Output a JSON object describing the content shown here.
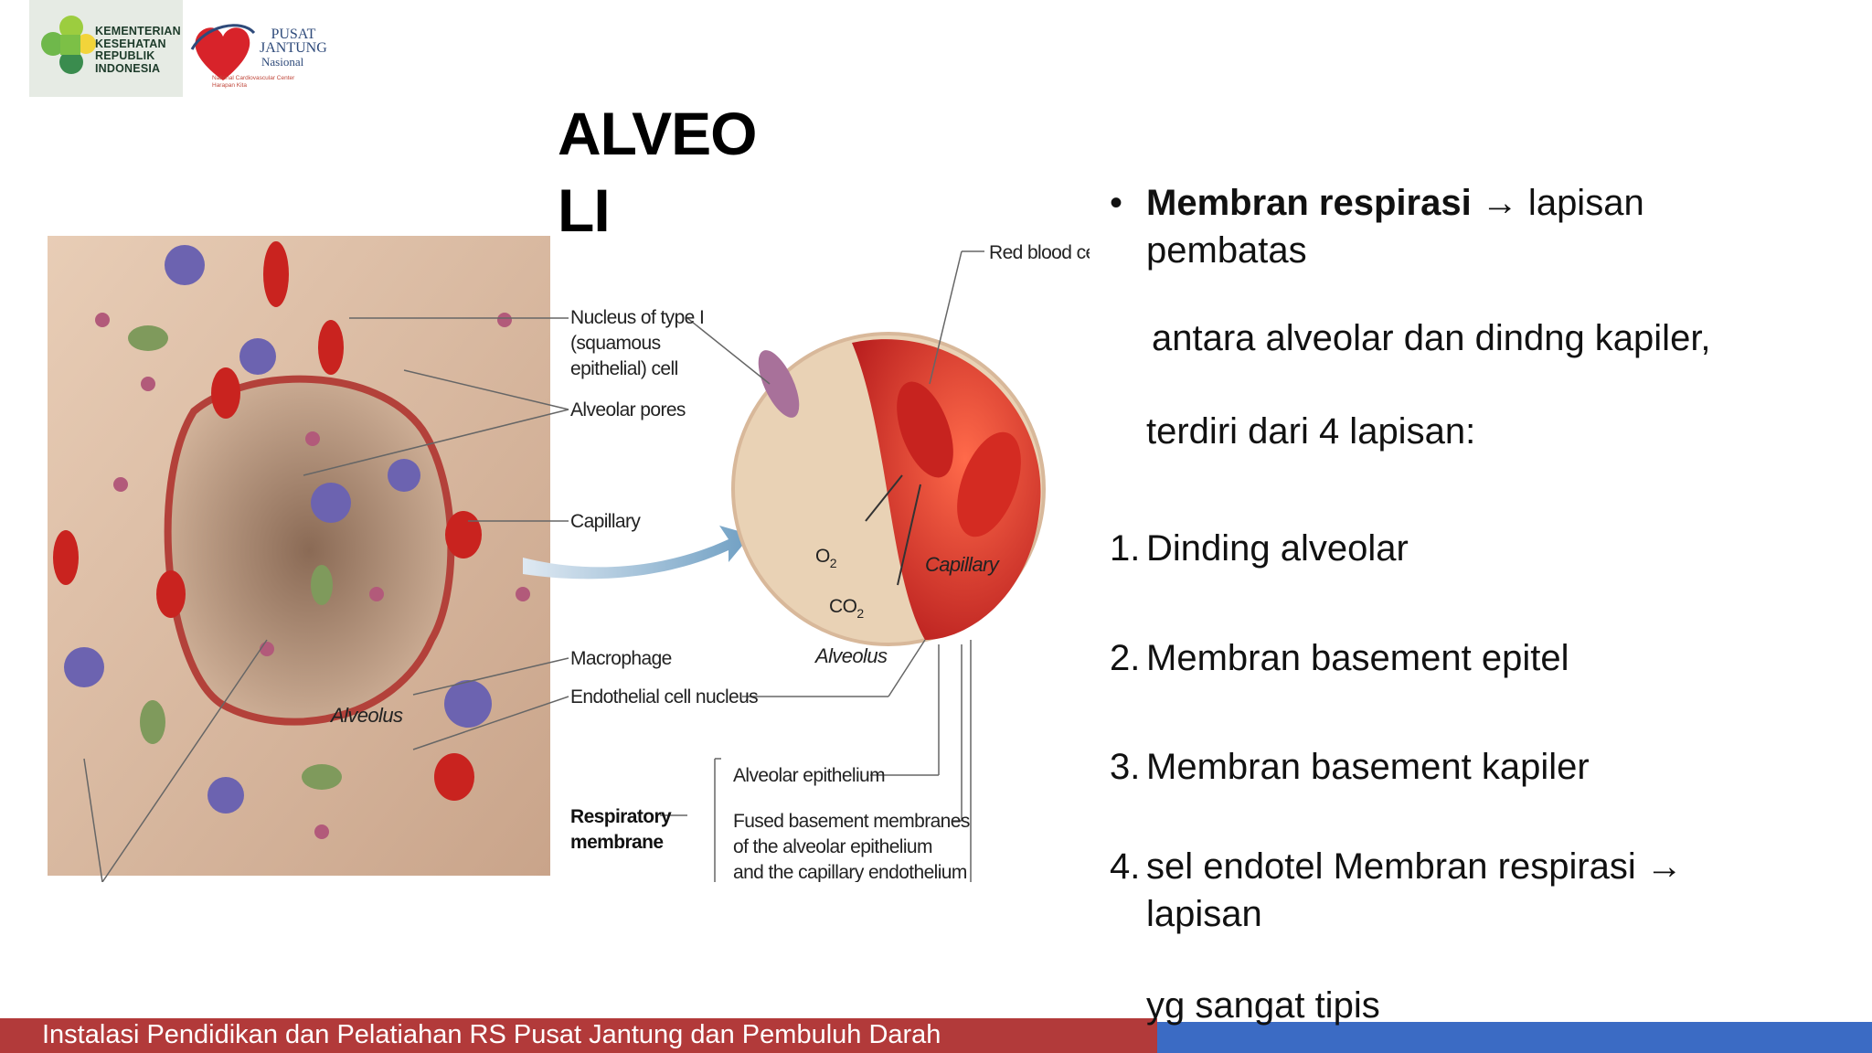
{
  "logos": {
    "kemenkes": [
      "KEMENTERIAN",
      "KESEHATAN",
      "REPUBLIK",
      "INDONESIA"
    ],
    "pjn_name": [
      "PUSAT",
      "JANTUNG"
    ],
    "pjn_sub": "Nasional",
    "pjn_small": [
      "National Cardiovascular Center",
      "Harapan Kita"
    ]
  },
  "slide": {
    "title": "ALVEOLI"
  },
  "figure": {
    "labels": {
      "red_blood_cell": "Red blood cell",
      "nucleus_line1": "Nucleus of type I",
      "nucleus_line2": "(squamous",
      "nucleus_line3": "epithelial) cell",
      "alveolar_pores": "Alveolar pores",
      "capillary": "Capillary",
      "macrophage": "Macrophage",
      "endothelial": "Endothelial cell nucleus",
      "alveolus_left": "Alveolus",
      "alveolus_circle": "Alveolus",
      "capillary_circle": "Capillary",
      "o2": "O",
      "o2_sub": "2",
      "co2": "CO",
      "co2_sub": "2",
      "alveolar_epithelium": "Alveolar epithelium",
      "fused_line1": "Fused basement membranes",
      "fused_line2": "of the alveolar epithelium",
      "fused_line3": "and the capillary endothelium",
      "resp_line1": "Respiratory",
      "resp_line2": "membrane"
    }
  },
  "content": {
    "bullet": {
      "marker": "•",
      "bold": "Membran respirasi",
      "rest": " → lapisan",
      "line2": "pembatas",
      "line3": "antara alveolar dan dindng kapiler,",
      "line4": "terdiri  dari 4 lapisan:"
    },
    "list": [
      {
        "num": "1.",
        "text": "Dinding alveolar"
      },
      {
        "num": "2.",
        "text": "Membran basement epitel"
      },
      {
        "num": "3.",
        "text": "Membran basement kapiler"
      },
      {
        "num": "4.",
        "text": "sel endotel Membran respirasi →",
        "text2": "lapisan"
      }
    ],
    "tail": "yg sangat tipis"
  },
  "footer": {
    "text": "Instalasi Pendidikan dan Pelatiahan RS Pusat Jantung dan Pembuluh Darah",
    "colors": {
      "red": "#b23a3a",
      "blue": "#3b6bc4"
    }
  }
}
